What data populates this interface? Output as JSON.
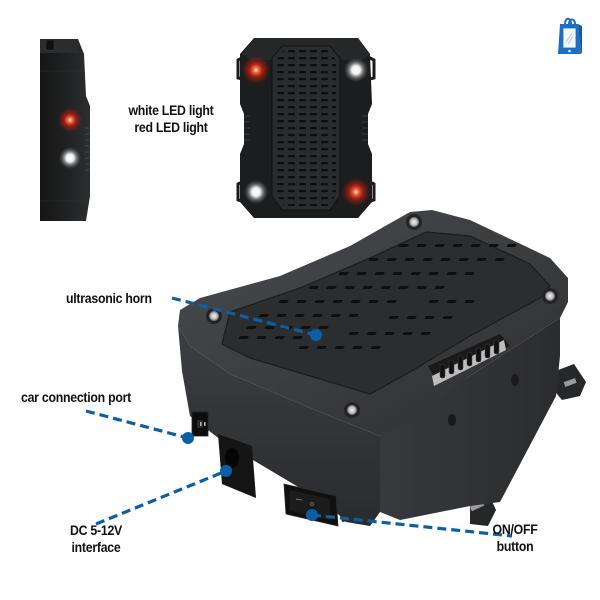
{
  "product": {
    "name": "ultrasonic animal repeller",
    "body_color": "#3a3b3d",
    "accent_color": "#0b5fa5",
    "led_red_color": "#ff3b1f",
    "led_white_color": "#ffffff"
  },
  "badge": {
    "icon": "shopping-bag-icon",
    "color": "#1e6fc4"
  },
  "labels": {
    "led": {
      "line1": "white LED light",
      "line2": "red LED light"
    },
    "ultrasonic_horn": "ultrasonic horn",
    "car_connection_port": "car connection port",
    "dc_interface": {
      "line1": "DC 5-12V",
      "line2": "interface"
    },
    "on_off_button": {
      "line1": "ON/OFF",
      "line2": "button"
    }
  },
  "views": [
    {
      "name": "side view",
      "leds": [
        "red",
        "white"
      ]
    },
    {
      "name": "top view",
      "leds": [
        "red",
        "white",
        "white",
        "red"
      ]
    },
    {
      "name": "perspective view"
    }
  ]
}
